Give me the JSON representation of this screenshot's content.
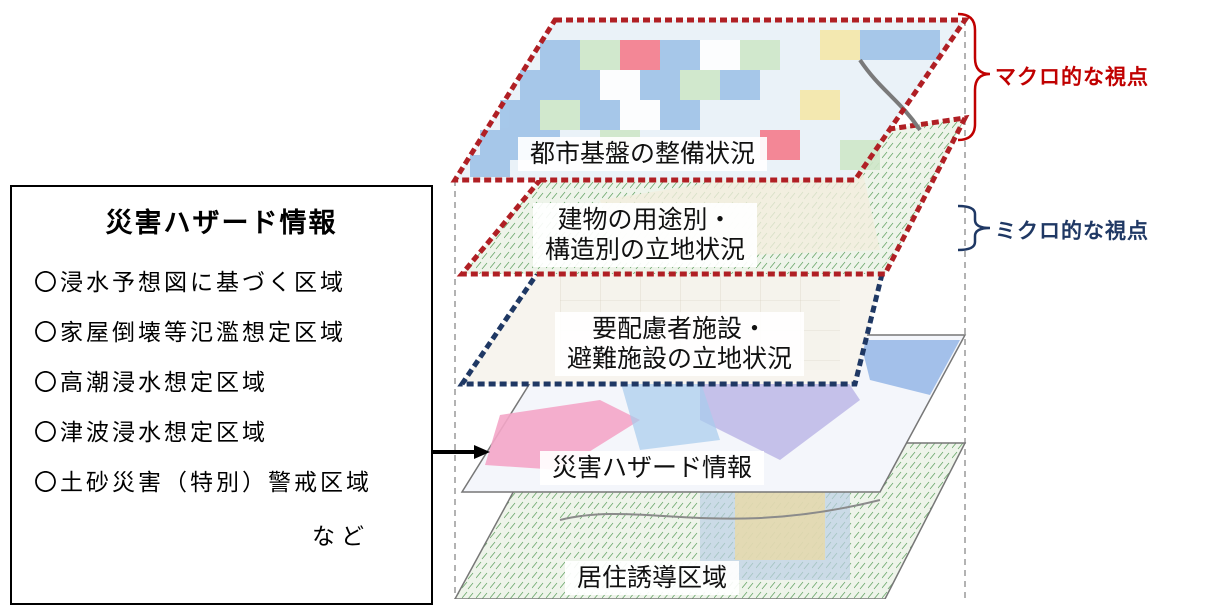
{
  "hazard_panel": {
    "title": "災害ハザード情報",
    "items": [
      "〇浸水予想図に基づく区域",
      "〇家屋倒壊等氾濫想定区域",
      "〇高潮浸水想定区域",
      "〇津波浸水想定区域",
      "〇土砂災害（特別）警戒区域"
    ],
    "footer": "など"
  },
  "layers": [
    {
      "lines": [
        "都市基盤の整備状況"
      ]
    },
    {
      "lines": [
        "建物の用途別・",
        "構造別の立地状況"
      ]
    },
    {
      "lines": [
        "要配慮者施設・",
        "避難施設の立地状況"
      ]
    },
    {
      "lines": [
        "災害ハザード情報"
      ]
    },
    {
      "lines": [
        "居住誘導区域"
      ]
    }
  ],
  "views": {
    "macro": {
      "label": "マクロ的な視点",
      "color": "#c00000"
    },
    "micro": {
      "label": "ミクロ的な視点",
      "color": "#1f3864"
    }
  }
}
